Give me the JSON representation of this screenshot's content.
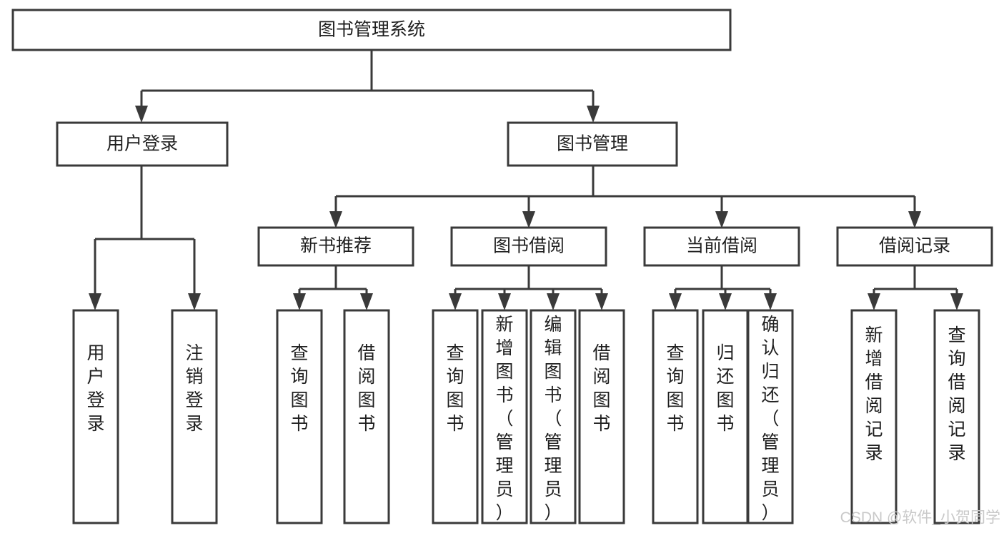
{
  "diagram": {
    "title": "图书管理系统",
    "type": "tree-hierarchy",
    "root": {
      "id": "root",
      "label": "图书管理系统"
    },
    "level2": [
      {
        "id": "user-login",
        "label": "用户登录"
      },
      {
        "id": "book-manage",
        "label": "图书管理"
      }
    ],
    "level3": [
      {
        "id": "new-book-recommend",
        "label": "新书推荐",
        "parent": "book-manage"
      },
      {
        "id": "book-borrow",
        "label": "图书借阅",
        "parent": "book-manage"
      },
      {
        "id": "current-borrow",
        "label": "当前借阅",
        "parent": "book-manage"
      },
      {
        "id": "borrow-record",
        "label": "借阅记录",
        "parent": "book-manage"
      }
    ],
    "leaves": [
      {
        "id": "leaf-user-login",
        "label": "用户登录",
        "parent": "user-login"
      },
      {
        "id": "leaf-logout-login",
        "label": "注销登录",
        "parent": "user-login"
      },
      {
        "id": "leaf-query-book-1",
        "label": "查询图书",
        "parent": "new-book-recommend"
      },
      {
        "id": "leaf-borrow-book-1",
        "label": "借阅图书",
        "parent": "new-book-recommend"
      },
      {
        "id": "leaf-query-book-2",
        "label": "查询图书",
        "parent": "book-borrow"
      },
      {
        "id": "leaf-add-book",
        "label": "新增图书（管理员）",
        "parent": "book-borrow"
      },
      {
        "id": "leaf-edit-book",
        "label": "编辑图书（管理员）",
        "parent": "book-borrow"
      },
      {
        "id": "leaf-borrow-book-2",
        "label": "借阅图书",
        "parent": "book-borrow"
      },
      {
        "id": "leaf-query-book-3",
        "label": "查询图书",
        "parent": "current-borrow"
      },
      {
        "id": "leaf-return-book",
        "label": "归还图书",
        "parent": "current-borrow"
      },
      {
        "id": "leaf-confirm-return",
        "label": "确认归还（管理员）",
        "parent": "current-borrow"
      },
      {
        "id": "leaf-add-record",
        "label": "新增借阅记录",
        "parent": "borrow-record"
      },
      {
        "id": "leaf-query-record",
        "label": "查询借阅记录",
        "parent": "borrow-record"
      }
    ],
    "watermark": "CSDN @软件_小贺同学",
    "colors": {
      "stroke": "#3a3a3a",
      "fill": "#ffffff",
      "text": "#1f1f1f",
      "watermark": "#c9c9c9"
    }
  }
}
